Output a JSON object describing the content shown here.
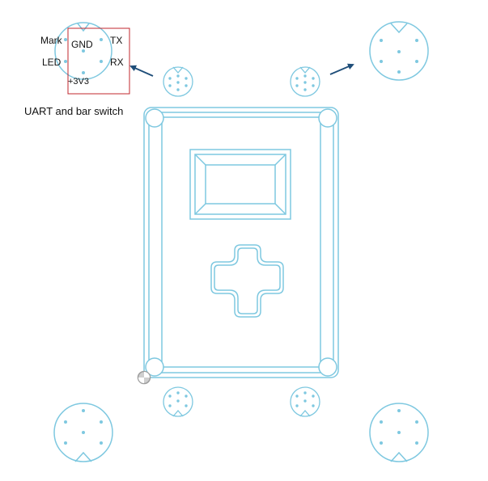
{
  "colors": {
    "outline": "#7ec8e0",
    "pin": "#7ec8e0",
    "highlight_box": "#c0272d",
    "arrow": "#1f4e79",
    "text": "#111111",
    "screw": "#bdbdbd"
  },
  "pin_labels": {
    "mark": "Mark",
    "gnd": "GND",
    "tx": "TX",
    "led": "LED",
    "rx": "RX",
    "v33": "+3V3"
  },
  "caption": "UART and bar switch"
}
